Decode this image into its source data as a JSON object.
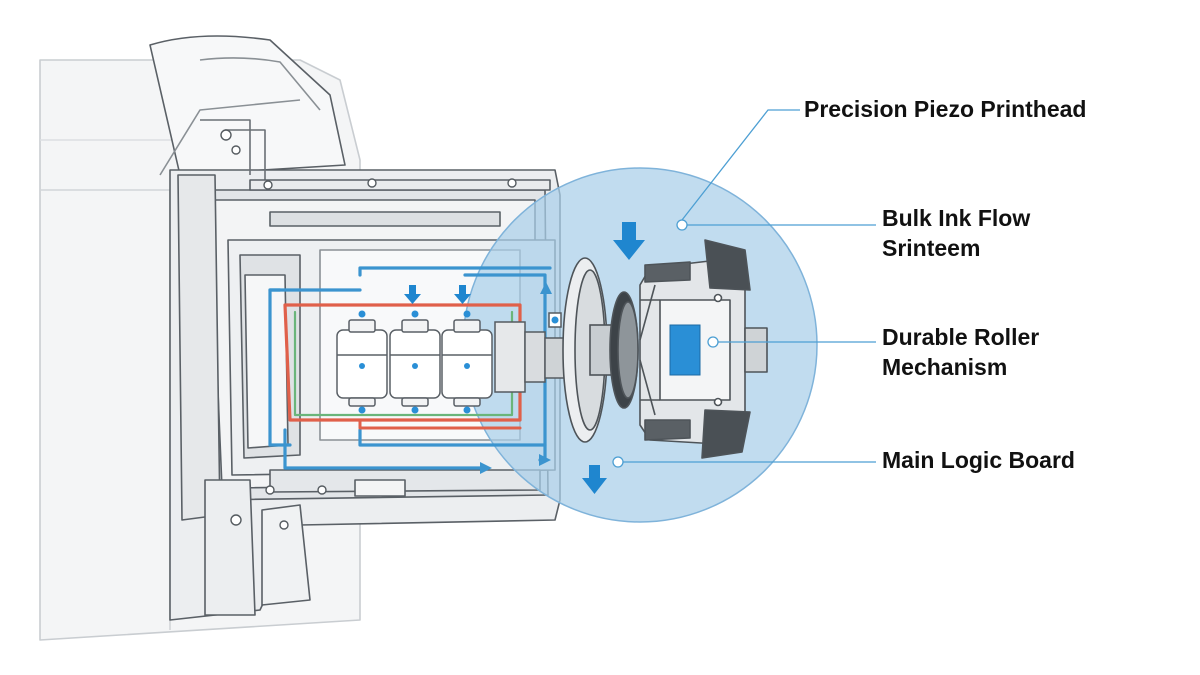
{
  "callouts": {
    "printhead": "Precision Piezo Printhead",
    "ink_flow_line1": "Bulk Ink Flow",
    "ink_flow_line2": "Srinteem",
    "roller_line1": "Durable Roller",
    "roller_line2": "Mechanism",
    "logic_board": "Main Logic Board"
  },
  "colors": {
    "ink_line_blue": "#3b94cf",
    "ink_line_red": "#e0604a",
    "ink_line_green": "#6ab57a",
    "magnifier_fill": "#a9cfe9",
    "arrow_blue": "#1f86cf",
    "chip_blue": "#2a8fd6",
    "outline_gray": "#555b60"
  },
  "icons": [
    "down-arrow-icon",
    "down-arrow-icon",
    "down-arrow-icon",
    "down-arrow-icon",
    "callout-dot-icon"
  ]
}
